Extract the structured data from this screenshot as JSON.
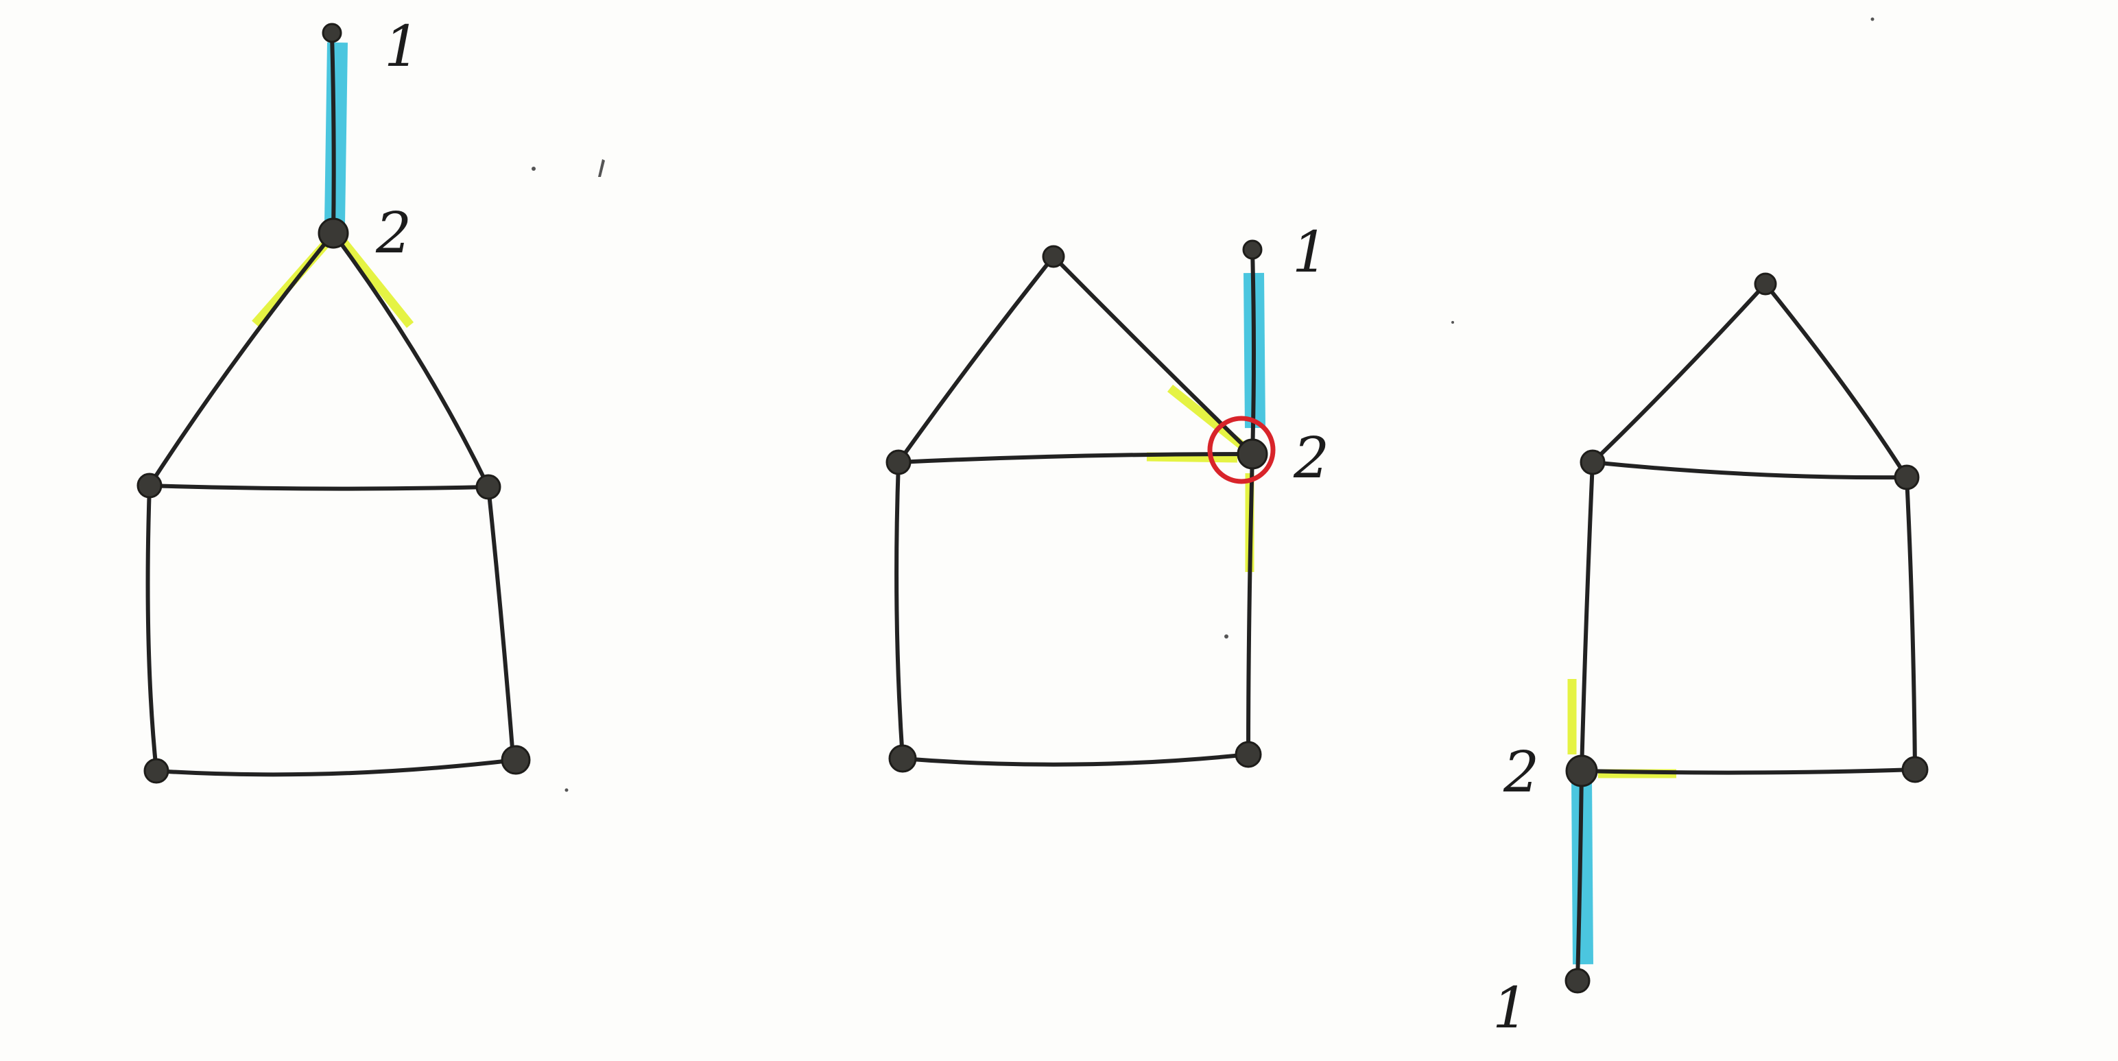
{
  "colors": {
    "background": "#fdfdfb",
    "ink": "#222222",
    "vertex": "#3a3935",
    "highlight_cyan": "#3cc1dc",
    "highlight_yellow": "#e4f23a",
    "ring_red": "#d8242a"
  },
  "figures": [
    {
      "name": "figure-1",
      "label_1": "1",
      "label_2": "2"
    },
    {
      "name": "figure-2",
      "label_1": "1",
      "label_2": "2"
    },
    {
      "name": "figure-3",
      "label_1": "1",
      "label_2": "2"
    }
  ]
}
